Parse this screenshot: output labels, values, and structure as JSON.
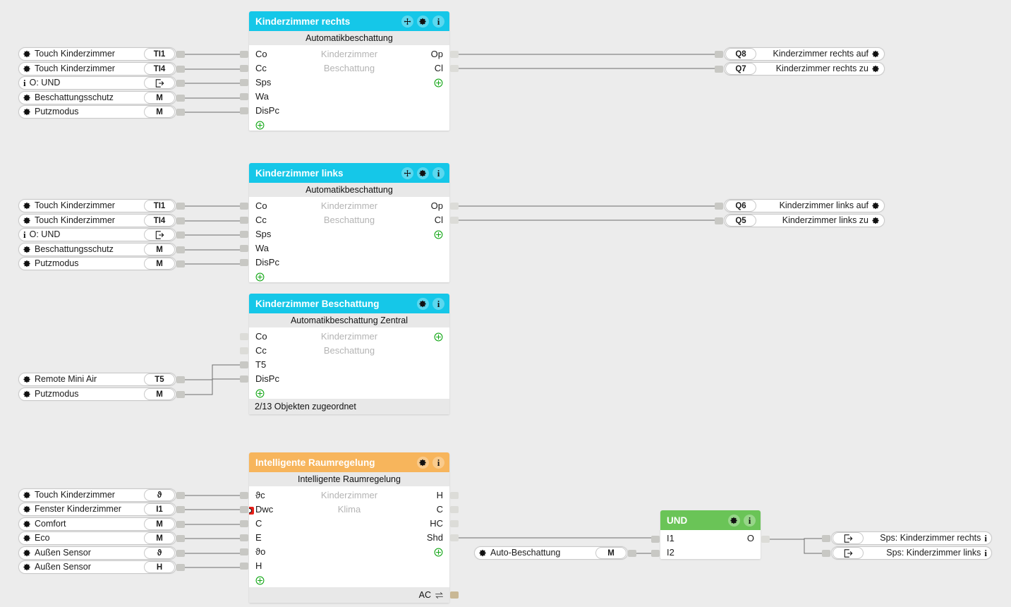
{
  "app": {
    "title": "Loxone Config - Programmierung",
    "background": "#ececec"
  },
  "colors": {
    "cyan": "#15c7e8",
    "orange": "#f7b55c",
    "green": "#6ac457",
    "block_body": "#ffffff",
    "subheader": "#e8e8e8",
    "placeholder_text": "#b4b4b4",
    "wire": "#6b6b6b",
    "stub": "#c8c8c4",
    "stub_tan": "#c9b895",
    "invert_marker": "#e8211a",
    "plus_green": "#17a81a"
  },
  "icons": {
    "gear": "gear-icon",
    "info": "info-icon",
    "move": "move-icon",
    "plus": "plus-icon",
    "jump": "jump-icon",
    "exchange": "exchange-icon",
    "temperature": "ϑ"
  },
  "blocks": [
    {
      "id": "kinderzimmer-rechts",
      "title": "Kinderzimmer rechts",
      "subtitle": "Automatikbeschattung",
      "color": "cyan",
      "header_icons": [
        "move-icon",
        "gear-icon",
        "info-icon"
      ],
      "center_lines": [
        "Kinderzimmer",
        "Beschattung"
      ],
      "inputs": [
        "Co",
        "Cc",
        "Sps",
        "Wa",
        "DisPc"
      ],
      "outputs": [
        "Op",
        "Cl"
      ],
      "has_input_plus": true,
      "has_output_plus": true,
      "footer": null
    },
    {
      "id": "kinderzimmer-links",
      "title": "Kinderzimmer links",
      "subtitle": "Automatikbeschattung",
      "color": "cyan",
      "header_icons": [
        "move-icon",
        "gear-icon",
        "info-icon"
      ],
      "center_lines": [
        "Kinderzimmer",
        "Beschattung"
      ],
      "inputs": [
        "Co",
        "Cc",
        "Sps",
        "Wa",
        "DisPc"
      ],
      "outputs": [
        "Op",
        "Cl"
      ],
      "has_input_plus": true,
      "has_output_plus": true,
      "footer": null
    },
    {
      "id": "kinderzimmer-beschattung",
      "title": "Kinderzimmer Beschattung",
      "subtitle": "Automatikbeschattung Zentral",
      "color": "cyan",
      "header_icons": [
        "gear-icon",
        "info-icon"
      ],
      "center_lines": [
        "Kinderzimmer",
        "Beschattung"
      ],
      "inputs": [
        "Co",
        "Cc",
        "T5",
        "DisPc"
      ],
      "outputs": [],
      "has_input_plus": true,
      "has_output_plus": true,
      "footer": "2/13 Objekten zugeordnet"
    },
    {
      "id": "intelligente-raumregelung",
      "title": "Intelligente Raumregelung",
      "subtitle": "Intelligente Raumregelung",
      "color": "orange",
      "header_icons": [
        "gear-icon",
        "info-icon"
      ],
      "center_lines": [
        "Kinderzimmer",
        "Klima"
      ],
      "inputs": [
        "ϑc",
        "Dwc",
        "C",
        "E",
        "ϑo",
        "H"
      ],
      "inverted_inputs": [
        "Dwc"
      ],
      "outputs": [
        "H",
        "C",
        "HC",
        "Shd"
      ],
      "has_input_plus": true,
      "has_output_plus": true,
      "footer": "AC",
      "footer_icon": "exchange-icon"
    },
    {
      "id": "und",
      "title": "UND",
      "subtitle": null,
      "color": "green",
      "header_icons": [
        "gear-icon",
        "info-icon"
      ],
      "center_lines": [],
      "inputs": [
        "I1",
        "I2"
      ],
      "outputs": [
        "O"
      ],
      "has_input_plus": false,
      "has_output_plus": false,
      "footer": null
    }
  ],
  "input_nodes": [
    {
      "id": "in-1",
      "label": "Touch Kinderzimmer",
      "cap": "TI1",
      "icon": "gear-icon"
    },
    {
      "id": "in-2",
      "label": "Touch Kinderzimmer",
      "cap": "TI4",
      "icon": "gear-icon"
    },
    {
      "id": "in-3",
      "label": "O: UND",
      "cap": "jump-icon",
      "cap_is_icon": true,
      "icon": "info-icon"
    },
    {
      "id": "in-4",
      "label": "Beschattungsschutz",
      "cap": "M",
      "icon": "gear-icon"
    },
    {
      "id": "in-5",
      "label": "Putzmodus",
      "cap": "M",
      "icon": "gear-icon"
    },
    {
      "id": "in-6",
      "label": "Touch Kinderzimmer",
      "cap": "TI1",
      "icon": "gear-icon"
    },
    {
      "id": "in-7",
      "label": "Touch Kinderzimmer",
      "cap": "TI4",
      "icon": "gear-icon"
    },
    {
      "id": "in-8",
      "label": "O: UND",
      "cap": "jump-icon",
      "cap_is_icon": true,
      "icon": "info-icon"
    },
    {
      "id": "in-9",
      "label": "Beschattungsschutz",
      "cap": "M",
      "icon": "gear-icon"
    },
    {
      "id": "in-10",
      "label": "Putzmodus",
      "cap": "M",
      "icon": "gear-icon"
    },
    {
      "id": "in-11",
      "label": "Remote Mini Air",
      "cap": "T5",
      "icon": "gear-icon"
    },
    {
      "id": "in-12",
      "label": "Putzmodus",
      "cap": "M",
      "icon": "gear-icon"
    },
    {
      "id": "in-13",
      "label": "Touch Kinderzimmer",
      "cap": "ϑ",
      "icon": "gear-icon"
    },
    {
      "id": "in-14",
      "label": "Fenster Kinderzimmer",
      "cap": "I1",
      "icon": "gear-icon"
    },
    {
      "id": "in-15",
      "label": "Comfort",
      "cap": "M",
      "icon": "gear-icon"
    },
    {
      "id": "in-16",
      "label": "Eco",
      "cap": "M",
      "icon": "gear-icon"
    },
    {
      "id": "in-17",
      "label": "Außen Sensor",
      "cap": "ϑ",
      "icon": "gear-icon"
    },
    {
      "id": "in-18",
      "label": "Außen Sensor",
      "cap": "H",
      "icon": "gear-icon"
    },
    {
      "id": "in-19",
      "label": "Auto-Beschattung",
      "cap": "M",
      "icon": "gear-icon"
    }
  ],
  "output_nodes": [
    {
      "id": "out-1",
      "label": "Kinderzimmer rechts auf",
      "cap": "Q8",
      "icon": "gear-icon"
    },
    {
      "id": "out-2",
      "label": "Kinderzimmer rechts zu",
      "cap": "Q7",
      "icon": "gear-icon"
    },
    {
      "id": "out-3",
      "label": "Kinderzimmer links auf",
      "cap": "Q6",
      "icon": "gear-icon"
    },
    {
      "id": "out-4",
      "label": "Kinderzimmer links zu",
      "cap": "Q5",
      "icon": "gear-icon"
    },
    {
      "id": "out-5",
      "label": "Sps: Kinderzimmer rechts",
      "cap": "jump-icon",
      "cap_is_icon": true,
      "icon": "info-icon"
    },
    {
      "id": "out-6",
      "label": "Sps: Kinderzimmer links",
      "cap": "jump-icon",
      "cap_is_icon": true,
      "icon": "info-icon"
    }
  ]
}
